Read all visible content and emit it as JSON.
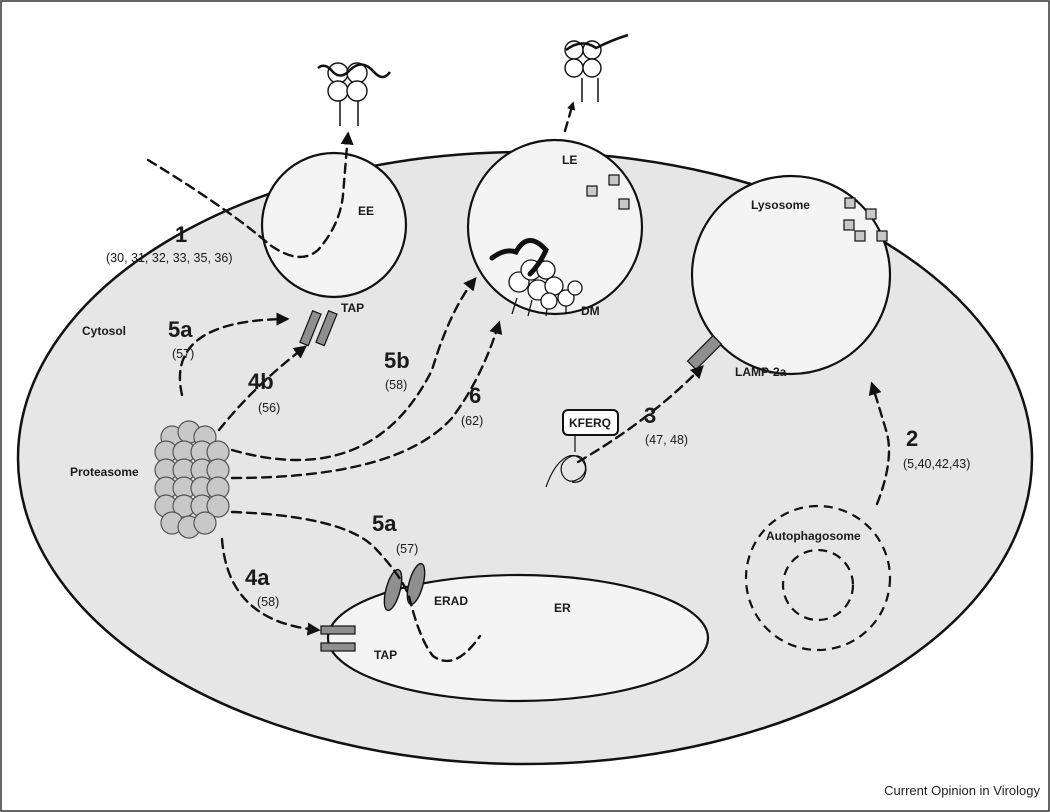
{
  "labels": {
    "ee": "EE",
    "le": "LE",
    "dm": "DM",
    "lysosome": "Lysosome",
    "lamp2a": "LAMP-2a",
    "tap_top": "TAP",
    "tap_bottom": "TAP",
    "erad": "ERAD",
    "er": "ER",
    "cytosol": "Cytosol",
    "proteasome": "Proteasome",
    "kferq": "KFERQ",
    "autophagosome": "Autophagosome"
  },
  "pathways": {
    "p1": {
      "num": "1",
      "ref": "(30, 31, 32, 33, 35, 36)"
    },
    "p2": {
      "num": "2",
      "ref": "(5,40,42,43)"
    },
    "p3": {
      "num": "3",
      "ref": "(47, 48)"
    },
    "p4a": {
      "num": "4a",
      "ref": "(58)"
    },
    "p4b": {
      "num": "4b",
      "ref": "(56)"
    },
    "p5a_top": {
      "num": "5a",
      "ref": "(57)"
    },
    "p5a_bottom": {
      "num": "5a",
      "ref": "(57)"
    },
    "p5b": {
      "num": "5b",
      "ref": "(58)"
    },
    "p6": {
      "num": "6",
      "ref": "(62)"
    }
  },
  "credit": "Current Opinion in Virology",
  "colors": {
    "cell_fill": "#e6e6e6",
    "organelle_fill": "#f4f4f4",
    "molecule_fill": "#c8c8c8",
    "membrane_protein": "#8f8f8f",
    "line": "#111111"
  }
}
